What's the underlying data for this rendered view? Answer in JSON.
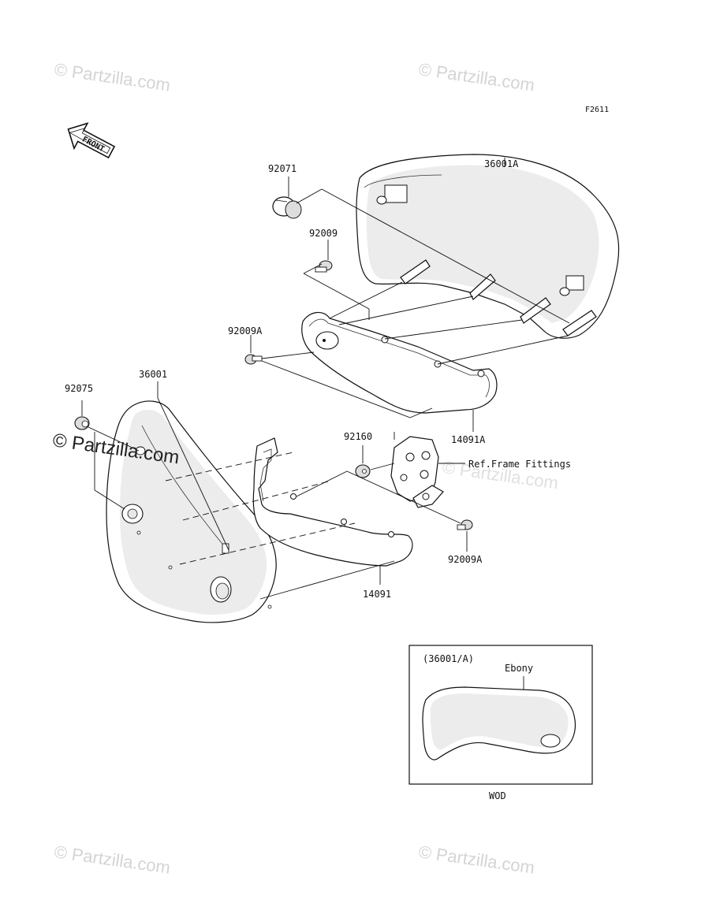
{
  "figure_code": "F2611",
  "front_arrow": "FRONT",
  "watermarks": {
    "light": "© Partzilla.com",
    "dark": "© Partzilla.com"
  },
  "parts": {
    "cover_right": "36001A",
    "cover_left": "36001",
    "damper_top": "92071",
    "bolt_top": "92009",
    "bolt_a_upper": "92009A",
    "bolt_a_lower": "92009A",
    "grommet_left": "92075",
    "collar": "92160",
    "bracket_right": "14091A",
    "bracket_left": "14091"
  },
  "ref_note": "Ref.Frame Fittings",
  "inset": {
    "header": "(36001/A)",
    "color_name": "Ebony",
    "footer": "WOD"
  }
}
